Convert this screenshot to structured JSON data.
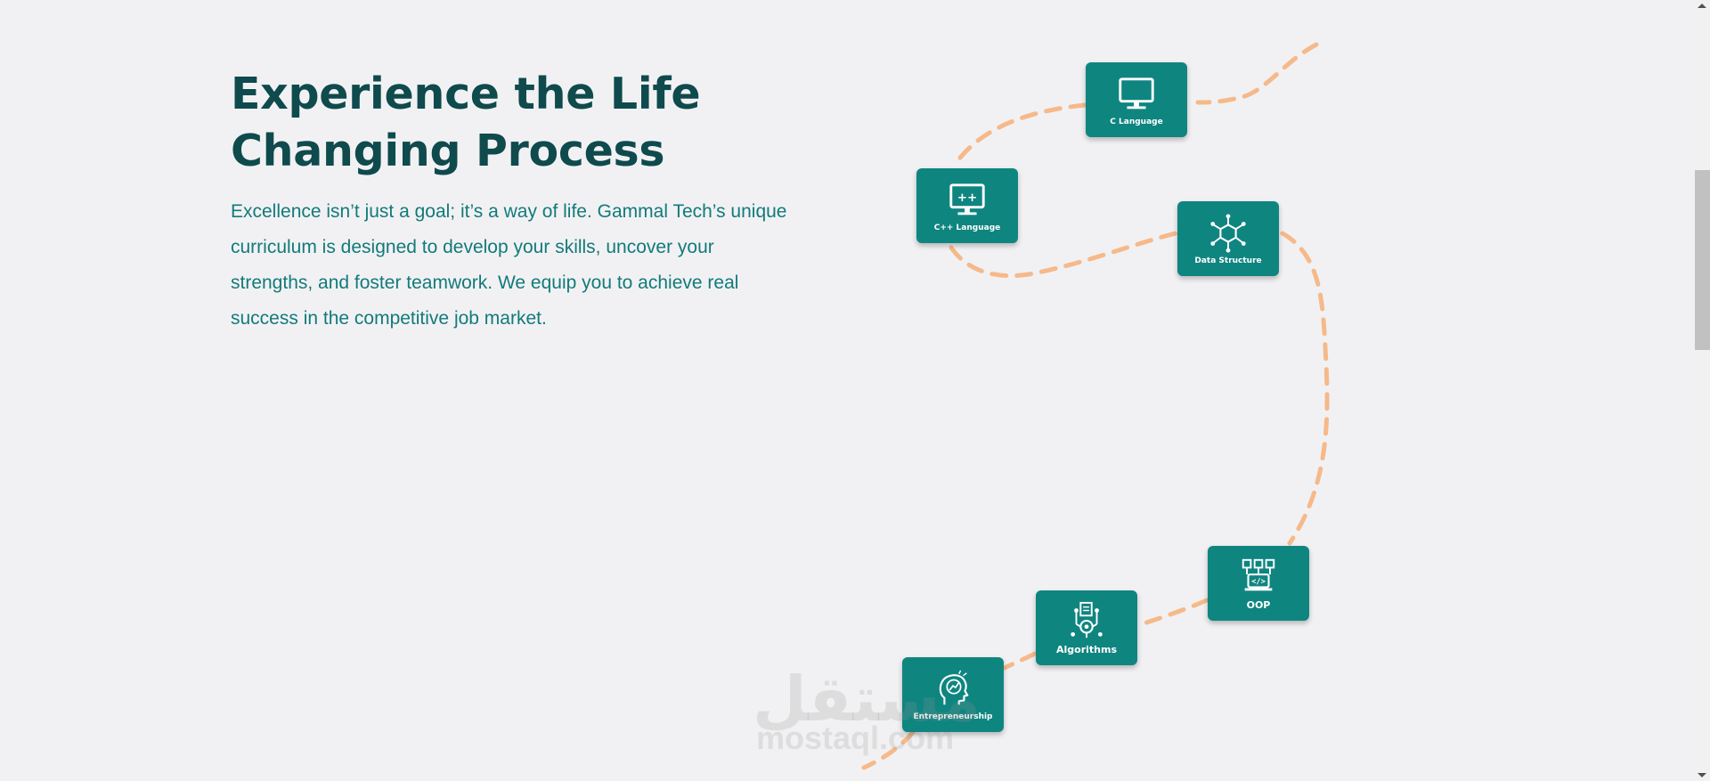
{
  "hero": {
    "title_line1": "Experience the Life",
    "title_line2": "Changing Process",
    "description": "Excellence isn’t just a goal; it’s a way of life. Gammal Tech’s unique curriculum is designed to develop your skills, uncover your strengths, and foster teamwork. We equip you to achieve real success in the competitive job market."
  },
  "steps": [
    {
      "label": "C Language",
      "icon": "monitor-icon"
    },
    {
      "label": "C++ Language",
      "icon": "monitor-plus-plus-icon"
    },
    {
      "label": "Data Structure",
      "icon": "network-cube-icon"
    },
    {
      "label": "OOP",
      "icon": "object-hierarchy-icon"
    },
    {
      "label": "Algorithms",
      "icon": "flowchart-gear-icon"
    },
    {
      "label": "Entrepreneurship",
      "icon": "head-growth-icon"
    }
  ],
  "watermark": {
    "arabic": "مستقل",
    "latin": "mostaql.com"
  },
  "colors": {
    "background": "#f1f1f3",
    "title": "#0f4a4d",
    "text": "#137a7a",
    "card": "#0f8580",
    "path": "#f6b98a"
  }
}
